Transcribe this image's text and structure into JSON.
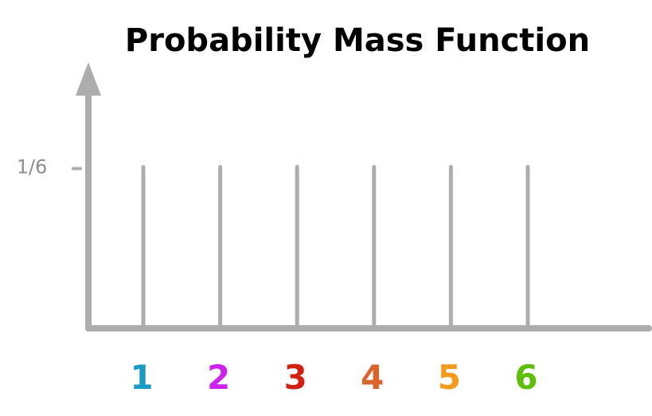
{
  "chart_data": {
    "type": "bar",
    "title": "Probability Mass Function",
    "xlabel": "",
    "ylabel": "",
    "categories": [
      "1",
      "2",
      "3",
      "4",
      "5",
      "6"
    ],
    "values": [
      0.1667,
      0.1667,
      0.1667,
      0.1667,
      0.1667,
      0.1667
    ],
    "category_colors": [
      "#1a9bc4",
      "#cc22f0",
      "#d11f10",
      "#d9642c",
      "#f79a1c",
      "#5cbf08"
    ],
    "yticks": [
      {
        "value": 0.1667,
        "label": "1/6"
      }
    ],
    "ylim": [
      0,
      0.275
    ],
    "grid": false,
    "legend": "none",
    "axis_color": "#adadad"
  }
}
